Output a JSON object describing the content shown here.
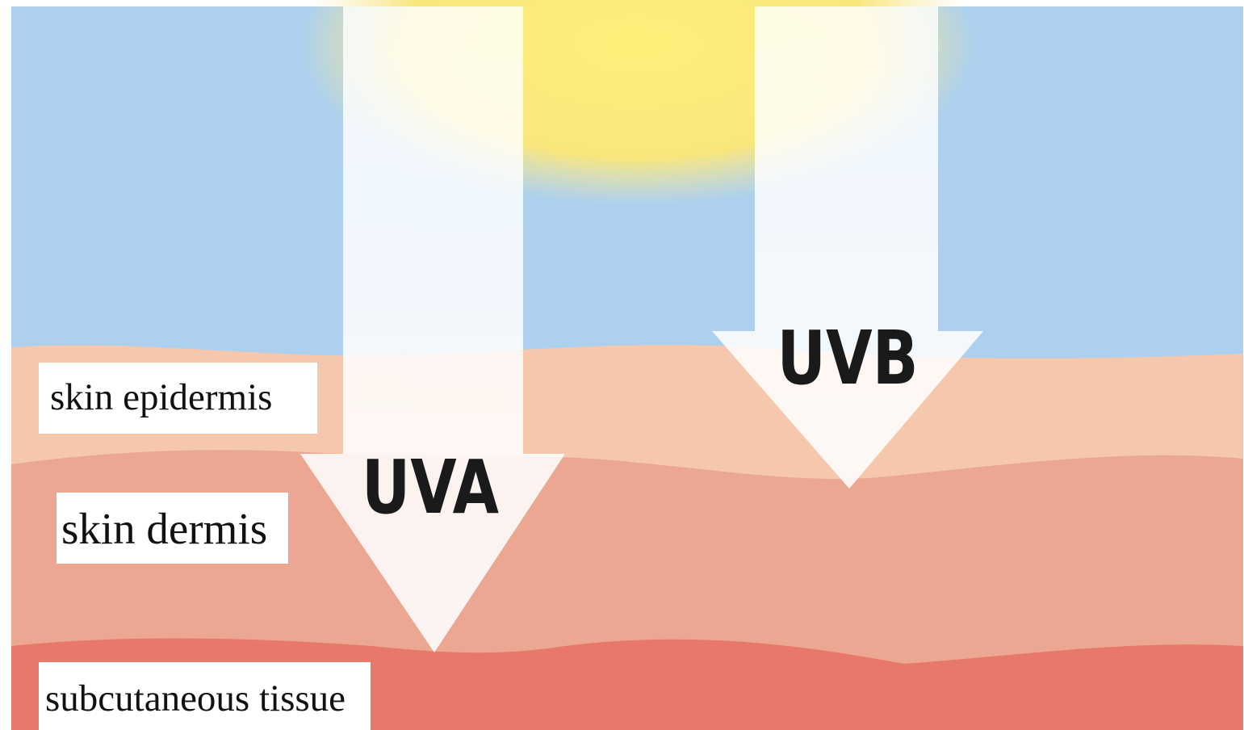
{
  "rays": {
    "uva_label": "UVA",
    "uvb_label": "UVB"
  },
  "layers": {
    "epidermis": "skin epidermis",
    "dermis": "skin dermis",
    "subcutaneous": "subcutaneous tissue"
  },
  "colors": {
    "sky": "#acd0ee",
    "sun": "#fbe97a",
    "epidermis": "#f5c8ad",
    "dermis": "#eca793",
    "subcutaneous": "#e8786a",
    "ray": "#f2f8fd",
    "label_background": "#ffffff"
  }
}
